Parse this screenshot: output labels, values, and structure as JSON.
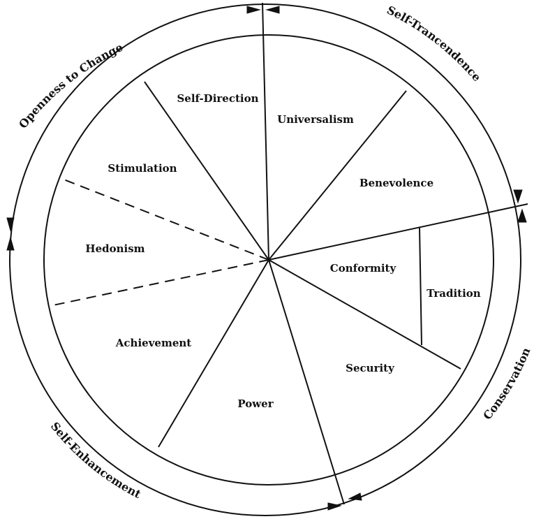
{
  "values": {
    "self_direction": "Self-Direction",
    "universalism": "Universalism",
    "benevolence": "Benevolence",
    "conformity": "Conformity",
    "tradition": "Tradition",
    "security": "Security",
    "power": "Power",
    "achievement": "Achievement",
    "hedonism": "Hedonism",
    "stimulation": "Stimulation"
  },
  "higher_order": {
    "openness_to_change": "Openness to Change",
    "self_transcendence": "Self-Trancendence",
    "conservation": "Conservation",
    "self_enhancement": "Self-Enhancement"
  }
}
